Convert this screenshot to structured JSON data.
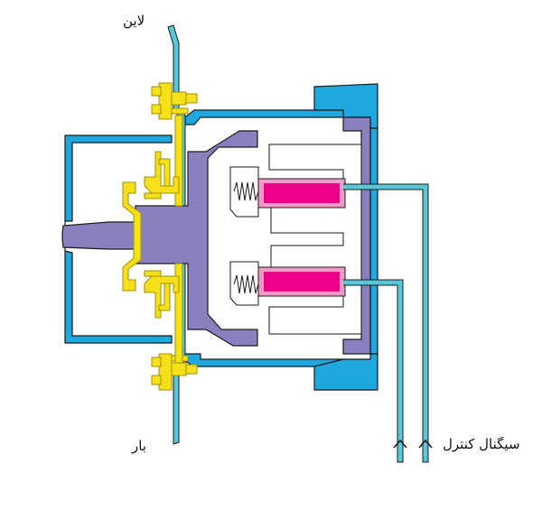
{
  "labels": {
    "line": "لاین",
    "load": "بار",
    "control_signal": "سیگنال کنترل"
  },
  "colors": {
    "housing": "#1ea8e0",
    "housing_outline": "#1a1a1a",
    "frame": "#8a80c0",
    "contacts": "#f5e11a",
    "contacts_outline": "#a38f00",
    "conductor": "#56c8d8",
    "coil": "#ee0088",
    "coil_border": "#f19ac8",
    "background": "#ffffff"
  },
  "icons": {
    "control_arrow": "up-arrow-icon",
    "spring": "coil-spring-icon"
  }
}
